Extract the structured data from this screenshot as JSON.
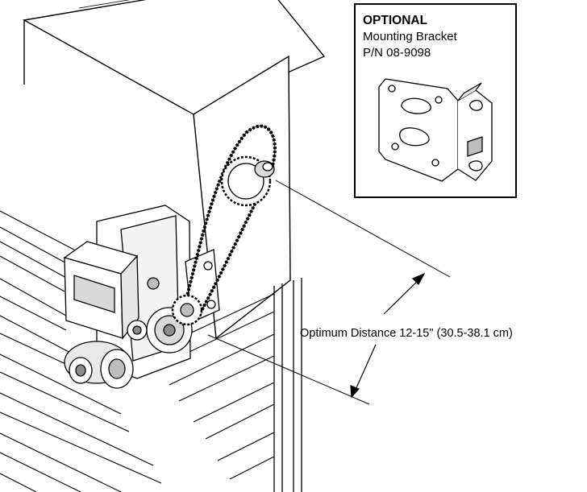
{
  "inset": {
    "heading": "OPTIONAL",
    "line1": "Mounting Bracket",
    "line2": "P/N 08-9098"
  },
  "dimension": {
    "label": "Optimum Distance 12-15\" (30.5-38.1 cm)"
  },
  "colors": {
    "stroke": "#000000",
    "panel": "#ffffff",
    "shade": "#d9d9d9",
    "dark": "#8c8c8c"
  },
  "icons": [
    "mounting-bracket-icon",
    "dimension-arrow-icon"
  ]
}
